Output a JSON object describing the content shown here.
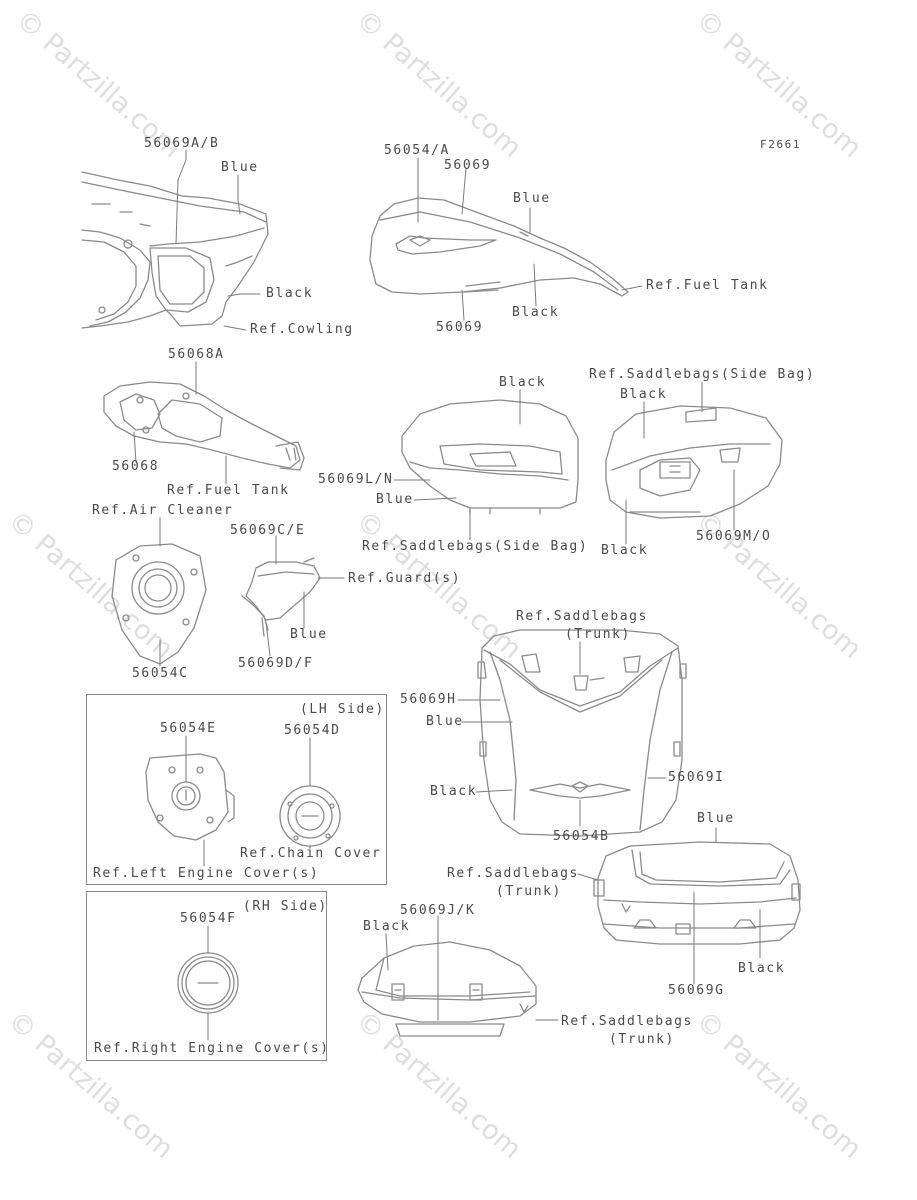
{
  "figure_code": "F2661",
  "watermark": "© Partzilla.com",
  "labels": {
    "cowling_part": "56069A/B",
    "cowling_blue": "Blue",
    "cowling_black": "Black",
    "ref_cowling": "Ref.Cowling",
    "tank_part_a": "56054/A",
    "tank_part_b": "56069",
    "tank_blue": "Blue",
    "ref_fuel_tank_1": "Ref.Fuel Tank",
    "tank_black": "Black",
    "tank_part_c": "56069",
    "panel_part_a": "56068A",
    "panel_part_b": "56068",
    "ref_fuel_tank_2": "Ref.Fuel Tank",
    "lbag_black": "Black",
    "lbag_part": "56069L/N",
    "lbag_blue": "Blue",
    "ref_saddlebags_side_1": "Ref.Saddlebags(Side Bag)",
    "ref_saddlebags_side_2": "Ref.Saddlebags(Side Bag)",
    "rbag_black_top": "Black",
    "rbag_black_bottom": "Black",
    "rbag_part": "56069M/O",
    "ref_air_cleaner": "Ref.Air Cleaner",
    "air_cleaner_part": "56054C",
    "guard_part_top": "56069C/E",
    "ref_guard": "Ref.Guard(s)",
    "guard_blue": "Blue",
    "guard_part_bottom": "56069D/F",
    "ref_trunk_1_line1": "Ref.Saddlebags",
    "ref_trunk_1_line2": "(Trunk)",
    "trunk_part_h": "56069H",
    "trunk_blue": "Blue",
    "trunk_part_i": "56069I",
    "trunk_black": "Black",
    "trunk_part_b": "56054B",
    "lh_side": "(LH Side)",
    "lh_part_e": "56054E",
    "lh_part_d": "56054D",
    "ref_chain_cover": "Ref.Chain Cover",
    "ref_left_engine_cover": "Ref.Left Engine Cover(s)",
    "rh_side": "(RH Side)",
    "rh_part_f": "56054F",
    "ref_right_engine_cover": "Ref.Right Engine Cover(s)",
    "trunk2_blue": "Blue",
    "ref_trunk_2_line1": "Ref.Saddlebags",
    "ref_trunk_2_line2": "(Trunk)",
    "trunk2_black": "Black",
    "trunk2_part_g": "56069G",
    "trunk3_part": "56069J/K",
    "trunk3_black": "Black",
    "ref_trunk_3_line1": "Ref.Saddlebags",
    "ref_trunk_3_line2": "(Trunk)"
  }
}
